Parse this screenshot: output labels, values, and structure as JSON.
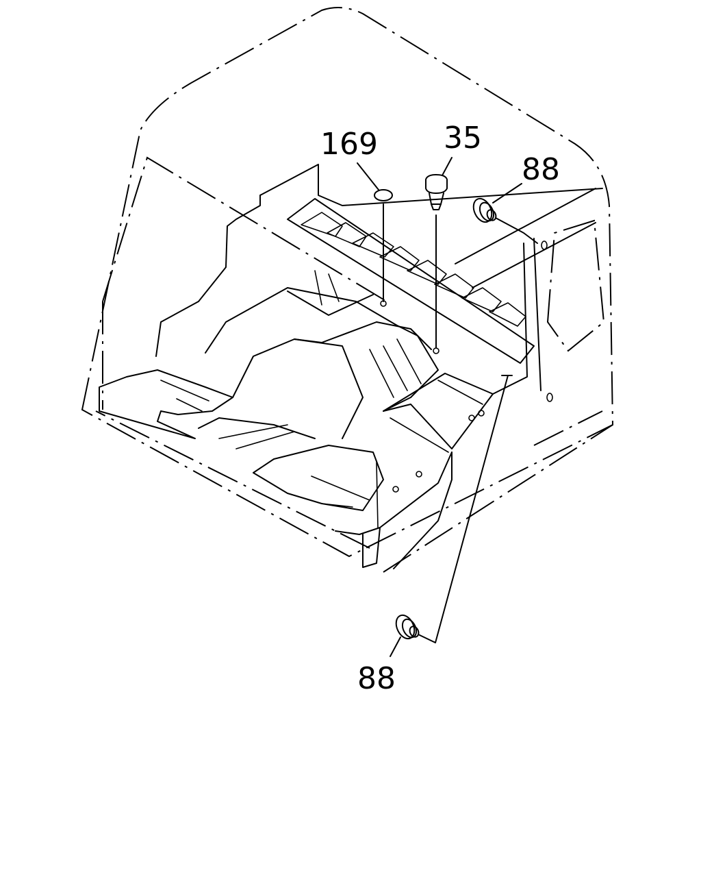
{
  "diagram": {
    "callouts": [
      {
        "id": "clip",
        "label": "169"
      },
      {
        "id": "plug",
        "label": "35"
      },
      {
        "id": "grommet-upper",
        "label": "88"
      },
      {
        "id": "grommet-lower",
        "label": "88"
      }
    ]
  }
}
